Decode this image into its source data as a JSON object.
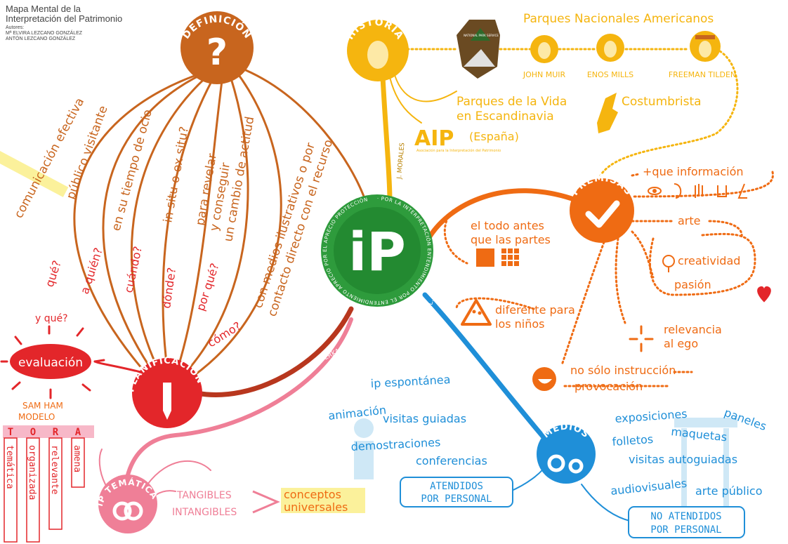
{
  "header": {
    "title_line1": "Mapa Mental de la",
    "title_line2": "Interpretación del Patrimonio",
    "authors_label": "Autores:",
    "author1": "Mª ELVIRA LEZCANO GONZÁLEZ",
    "author2": "ANTÓN LEZCANO GONZÁLEZ"
  },
  "center": {
    "label": "iP",
    "ring_text": "· POR LA INTERPRETACIÓN ENTENDIMIENTO POR EL ENTENDIMIENTO APRECIO POR EL APRECIO PROTECCIÓN "
  },
  "definicion": {
    "title": "DEFINICIÓN",
    "branches": [
      "comunicación efectiva",
      "público visitante",
      "en su tiempo de ocio",
      "in situ o ex situ?",
      "para revelar",
      "y conseguir",
      "un cambio de actitud",
      "con medios ilustrativos o por",
      "contacto directo con el recurso"
    ]
  },
  "planificacion": {
    "title": "PLANIFICACIÓN",
    "questions": [
      "qué?",
      "a quién?",
      "cuándo?",
      "dónde?",
      "por qué?",
      "cómo?"
    ],
    "y_que": "y qué?",
    "evaluacion": "evaluación",
    "person": "J. VEVERKA"
  },
  "historia": {
    "title": "HISTORIA",
    "person": "J. MORALES",
    "parques_title": "Parques Nacionales Americanos",
    "nps_badge": "NATIONAL PARK SERVICE",
    "people": [
      "JOHN MUIR",
      "ENOS MILLS",
      "FREEMAN TILDEN"
    ],
    "escandinavia_1": "Parques de la Vida",
    "escandinavia_2": "en Escandinavia",
    "costumbrista": "Costumbrista",
    "aip": "AIP",
    "espana": "(España)",
    "aip_sub": "Asociación para la Interpretación del Patrimonio"
  },
  "premisas": {
    "title": "PREMISAS",
    "mas_que_info": "+que información",
    "todo_1": "el todo antes",
    "todo_2": "que las partes",
    "arte": "arte",
    "creatividad": "creatividad",
    "pasion": "pasión",
    "ninos_1": "diferente para",
    "ninos_2": "los niños",
    "relevancia_1": "relevancia",
    "relevancia_2": "al ego",
    "instruccion": "no sólo instrucción",
    "provocacion": "provocación"
  },
  "medios": {
    "title": "MEDIOS",
    "person": "L. STEWART",
    "atendidos": [
      "ip espontánea",
      "animación",
      "visitas guiadas",
      "demostraciones",
      "conferencias"
    ],
    "atendidos_box_1": "ATENDIDOS",
    "atendidos_box_2": "POR PERSONAL",
    "no_atendidos": [
      "exposiciones",
      "paneles",
      "maquetas",
      "folletos",
      "visitas autoguiadas",
      "audiovisuales",
      "arte público"
    ],
    "no_atendidos_box_1": "NO ATENDIDOS",
    "no_atendidos_box_2": "POR PERSONAL"
  },
  "ip_tematica": {
    "title": "iP TEMÁTICA",
    "sam_ham_1": "SAM HAM",
    "sam_ham_2": "MODELO",
    "tora_letters": [
      "T",
      "O",
      "R",
      "A"
    ],
    "tora_words": [
      "temática",
      "organizada",
      "relevante",
      "amena"
    ],
    "tangibles": "TANGIBLES",
    "intangibles": "INTANGIBLES",
    "conceptos_1": "conceptos",
    "conceptos_2": "universales"
  },
  "colors": {
    "definicion": "#c8651e",
    "planificacion": "#e3262a",
    "historia": "#f5b50f",
    "premisas": "#ef6b13",
    "medios": "#1f8fd8",
    "center": "#2e9b3c",
    "tematica": "#ef7f97",
    "highlight": "#fbf19b"
  }
}
